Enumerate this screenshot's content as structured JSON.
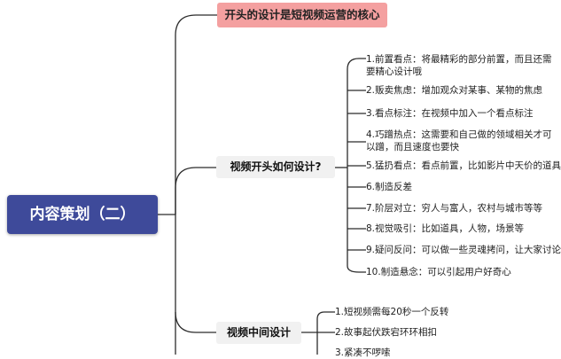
{
  "root": {
    "label": "内容策划（二）"
  },
  "headline": {
    "label": "开头的设计是短视频运营的核心"
  },
  "branches": {
    "opening": {
      "label": "视频开头如何设计?",
      "items": [
        "1.前置看点：将最精彩的部分前置，而且还需要精心设计哦",
        "2.贩卖焦虑：增加观众对某事、某物的焦虑",
        "3.看点标注：在视频中加入一个看点标注",
        "4.巧蹭热点：这需要和自己做的领域相关才可以蹭，而且速度也要快",
        "5.猛扔看点：看点前置，比如影片中天价的道具",
        "6.制造反差",
        "7.阶层对立：穷人与富人，农村与城市等等",
        "8.视觉吸引：比如道具，人物，场景等",
        "9.疑问反问：可以做一些灵魂拷问，让大家讨论",
        "10.制造悬念：可以引起用户好奇心"
      ]
    },
    "middle": {
      "label": "视频中间设计",
      "items": [
        "1.短视频需每20秒一个反转",
        "2.故事起伏跌宕环环相扣",
        "3.紧凑不啰嗦"
      ]
    }
  }
}
